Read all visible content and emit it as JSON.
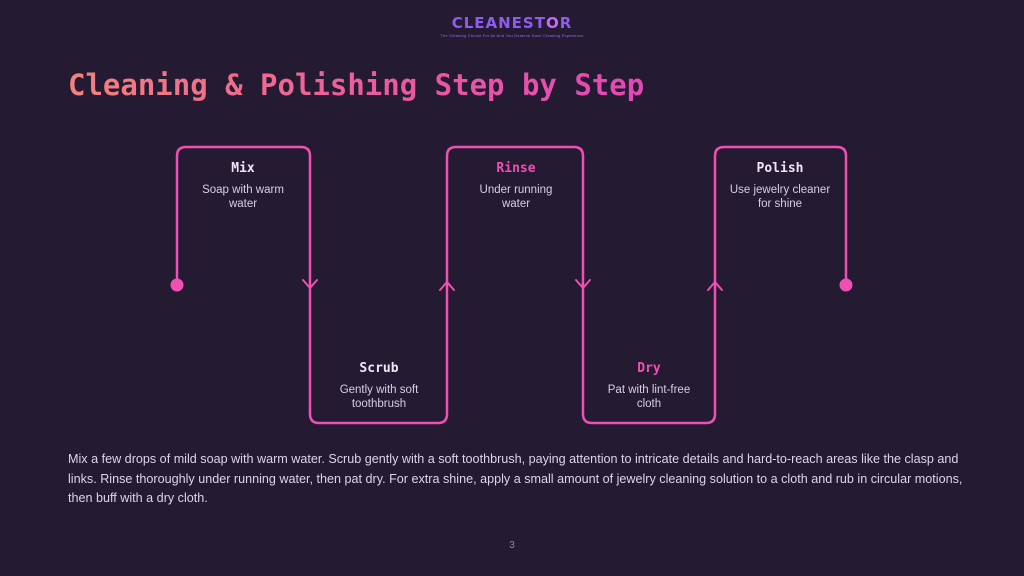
{
  "logo": {
    "brand_prefix": "CLEANEST",
    "brand_o": "O",
    "brand_suffix": "R",
    "tagline": "The Cleaning Choice For All And You Deserve Each Cleaning Experience"
  },
  "title": "Cleaning & Polishing Step by Step",
  "steps": [
    {
      "title": "Mix",
      "desc": "Soap with warm water"
    },
    {
      "title": "Scrub",
      "desc": "Gently with soft toothbrush"
    },
    {
      "title": "Rinse",
      "desc": "Under running water"
    },
    {
      "title": "Dry",
      "desc": "Pat with lint-free cloth"
    },
    {
      "title": "Polish",
      "desc": "Use jewelry cleaner for shine"
    }
  ],
  "paragraph": "Mix a few drops of mild soap with warm water. Scrub gently with a soft toothbrush, paying attention to intricate details and hard-to-reach areas like the clasp and links. Rinse thoroughly under running water, then pat dry. For extra shine, apply a small amount of jewelry cleaning solution to a cloth and rub in circular motions, then buff with a dry cloth.",
  "page_number": "3",
  "colors": {
    "background": "#241a32",
    "accent": "#f04fb4",
    "title_start": "#f4817c",
    "title_end": "#e447b6",
    "logo": "#8f5cf0"
  }
}
